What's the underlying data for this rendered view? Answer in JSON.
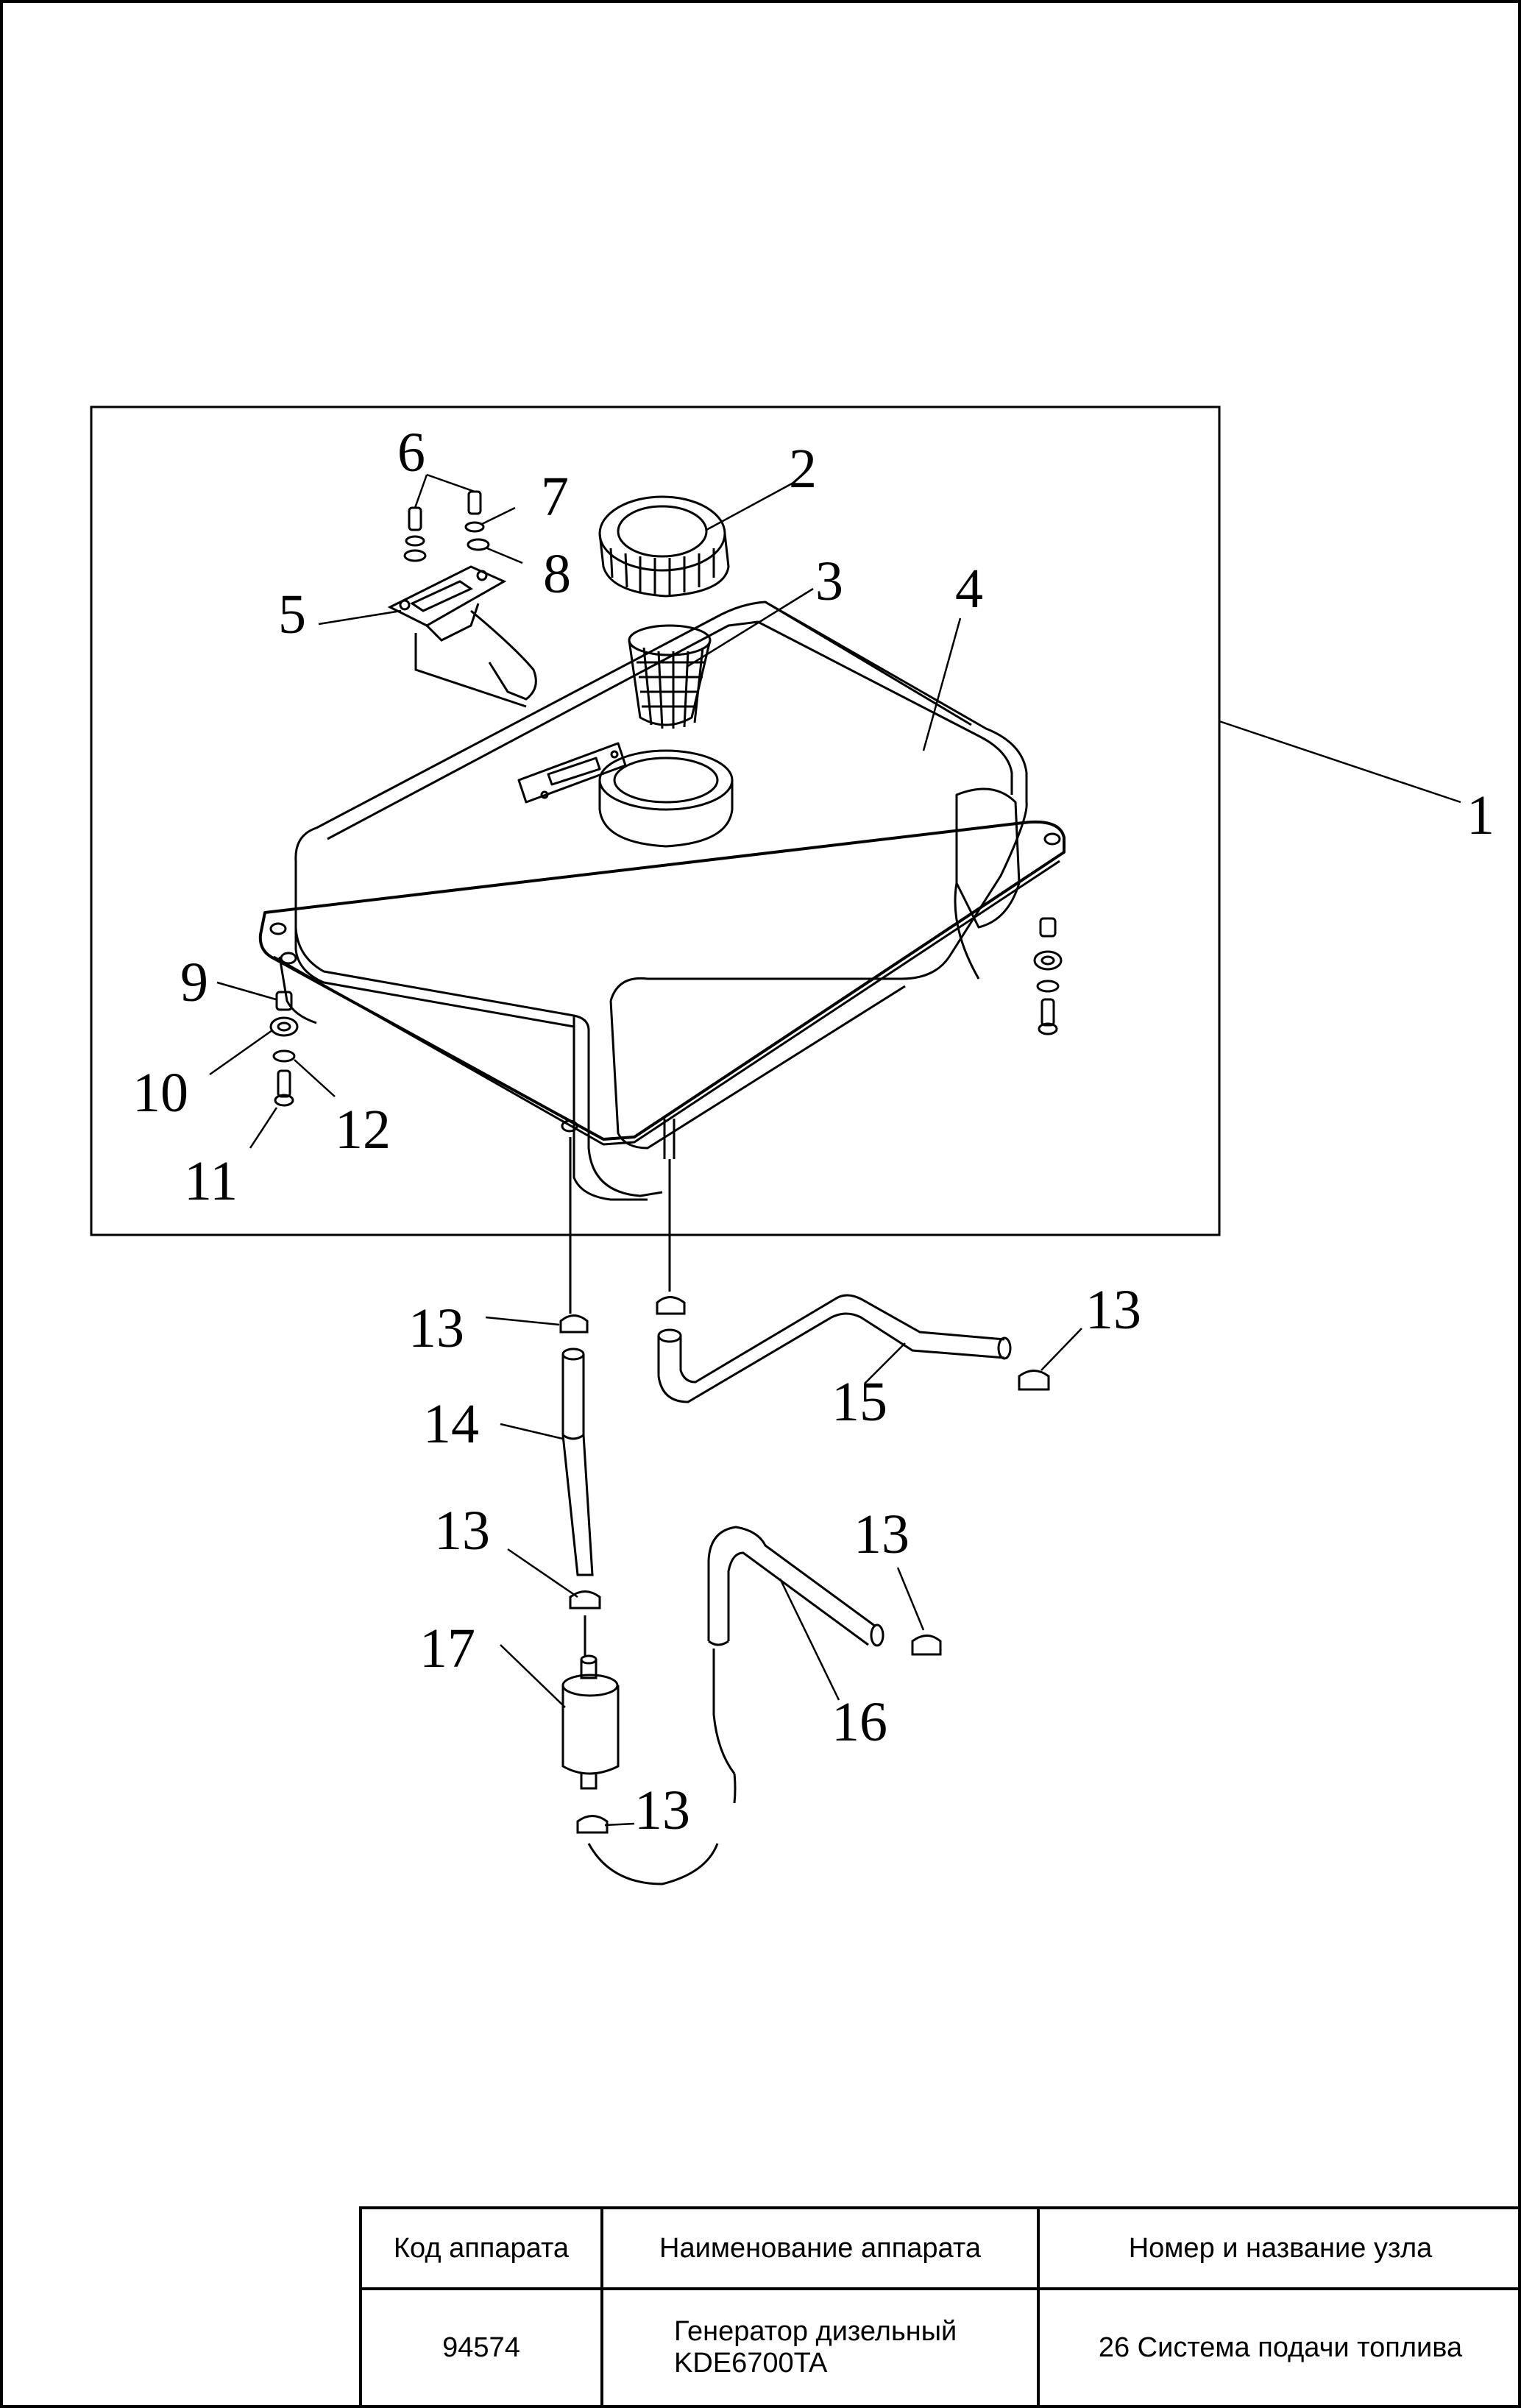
{
  "diagram": {
    "callouts": [
      {
        "id": "c1",
        "text": "1"
      },
      {
        "id": "c2",
        "text": "2"
      },
      {
        "id": "c3",
        "text": "3"
      },
      {
        "id": "c4",
        "text": "4"
      },
      {
        "id": "c5",
        "text": "5"
      },
      {
        "id": "c6",
        "text": "6"
      },
      {
        "id": "c7",
        "text": "7"
      },
      {
        "id": "c8",
        "text": "8"
      },
      {
        "id": "c9",
        "text": "9"
      },
      {
        "id": "c10",
        "text": "10"
      },
      {
        "id": "c11",
        "text": "11"
      },
      {
        "id": "c12",
        "text": "12"
      },
      {
        "id": "c13a",
        "text": "13"
      },
      {
        "id": "c13b",
        "text": "13"
      },
      {
        "id": "c13c",
        "text": "13"
      },
      {
        "id": "c13d",
        "text": "13"
      },
      {
        "id": "c13e",
        "text": "13"
      },
      {
        "id": "c14",
        "text": "14"
      },
      {
        "id": "c15",
        "text": "15"
      },
      {
        "id": "c16",
        "text": "16"
      },
      {
        "id": "c17",
        "text": "17"
      }
    ]
  },
  "title_block": {
    "headers": [
      "Код аппарата",
      "Наименование аппарата",
      "Номер и название узла"
    ],
    "values": {
      "code": "94574",
      "name_line1": "Генератор дизельный",
      "name_line2": "KDE6700TA",
      "assembly": "26 Система подачи топлива"
    }
  }
}
